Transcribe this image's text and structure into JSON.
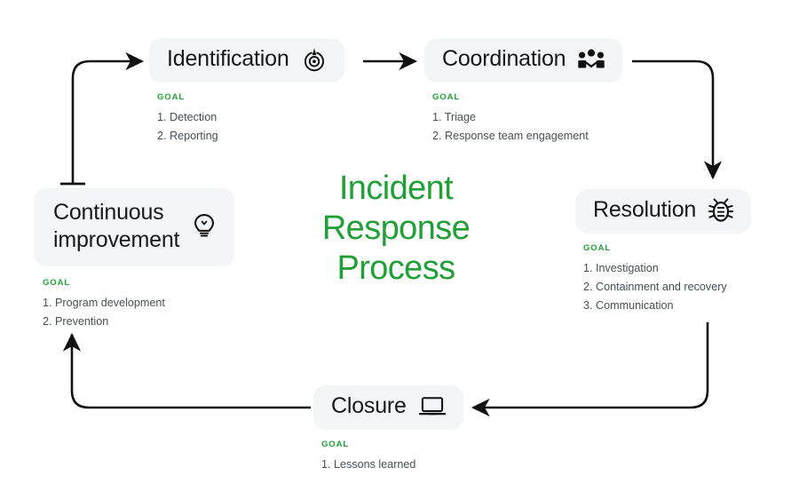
{
  "diagram": {
    "center_title": "Incident\nResponse\nProcess",
    "accent_color": "#21a038",
    "pill_background": "#f4f5f6",
    "text_color": "#16181a",
    "goal_text_color": "#4a4f55",
    "arrow_color": "#111111"
  },
  "stages": [
    {
      "id": "identification",
      "title": "Identification",
      "icon": "target-power-icon",
      "goal_label": "GOAL",
      "goals": [
        "1. Detection",
        "2. Reporting"
      ]
    },
    {
      "id": "coordination",
      "title": "Coordination",
      "icon": "people-group-icon",
      "goal_label": "GOAL",
      "goals": [
        "1. Triage",
        "2. Response team engagement"
      ]
    },
    {
      "id": "resolution",
      "title": "Resolution",
      "icon": "bug-icon",
      "goal_label": "GOAL",
      "goals": [
        "1. Investigation",
        "2. Containment and recovery",
        "3. Communication"
      ]
    },
    {
      "id": "closure",
      "title": "Closure",
      "icon": "laptop-icon",
      "goal_label": "GOAL",
      "goals": [
        "1. Lessons learned"
      ]
    },
    {
      "id": "continuous",
      "title": "Continuous\nimprovement",
      "icon": "lightbulb-icon",
      "goal_label": "GOAL",
      "goals": [
        "1. Program development",
        "2. Prevention"
      ]
    }
  ],
  "flow": [
    {
      "from": "continuous",
      "to": "identification"
    },
    {
      "from": "identification",
      "to": "coordination"
    },
    {
      "from": "coordination",
      "to": "resolution"
    },
    {
      "from": "resolution",
      "to": "closure"
    },
    {
      "from": "closure",
      "to": "continuous"
    }
  ]
}
